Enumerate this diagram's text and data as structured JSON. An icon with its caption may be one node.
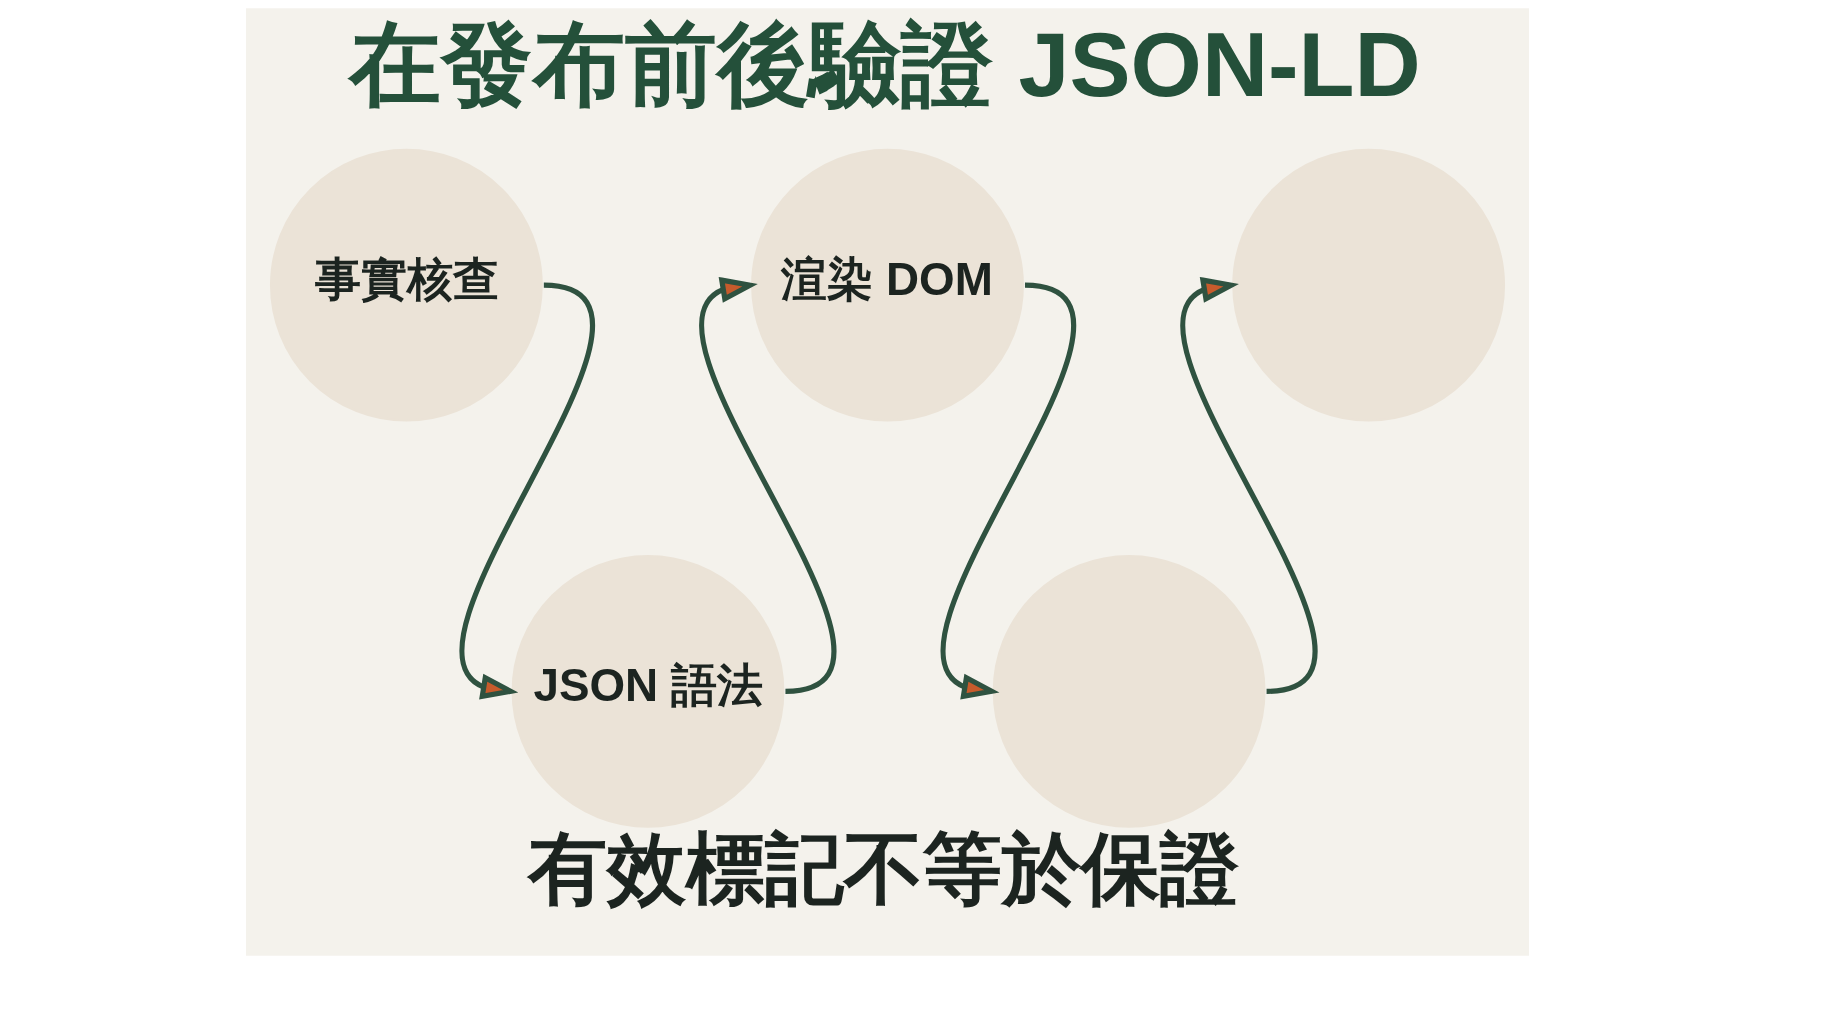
{
  "diagram": {
    "title": "在發布前後驗證 JSON-LD",
    "caption": "有效標記不等於保證",
    "nodes": [
      {
        "text": [
          "事實核查"
        ]
      },
      {
        "text": [
          "JSON 語法"
        ]
      },
      {
        "text": [
          "渲染 DOM"
        ]
      },
      {
        "text": [],
        "shape": "circle"
      },
      {
        "text": [],
        "shape": "circle"
      }
    ],
    "edges": [
      {
        "from": 0,
        "to": 1,
        "arrow": "to"
      },
      {
        "from": 1,
        "to": 2,
        "arrow": "to"
      },
      {
        "from": 2,
        "to": 3,
        "arrow": "to"
      },
      {
        "from": 3,
        "to": 4,
        "arrow": "to"
      }
    ]
  }
}
